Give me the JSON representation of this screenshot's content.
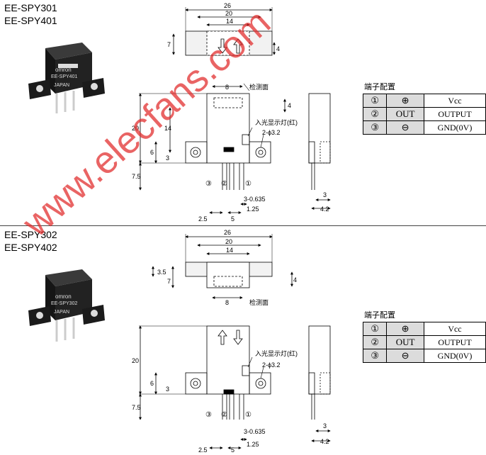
{
  "sections": [
    {
      "models": [
        "EE-SPY301",
        "EE-SPY401"
      ],
      "photo": {
        "brand": "omron",
        "part": "EE-SPY401",
        "origin": "JAPAN"
      },
      "dims": {
        "d26": "26",
        "d20": "20",
        "d14": "14",
        "d7": "7",
        "d4": "4",
        "d8": "8",
        "d20v": "20",
        "d14v": "14",
        "d6": "6",
        "d3": "3",
        "d75": "7.5",
        "d25": "2.5",
        "d5": "5",
        "d125": "1.25",
        "pinw": "3-0.635",
        "hole": "2-ϕ3.2",
        "s3": "3",
        "s42": "4.2"
      },
      "labels": {
        "detect": "检测面",
        "indicator": "入光显示灯(红)"
      },
      "pins": [
        "③",
        "②",
        "①"
      ],
      "table": {
        "title": "端子配置",
        "rows": [
          {
            "num": "①",
            "sym": "⊕",
            "fn": "Vcc"
          },
          {
            "num": "②",
            "sym": "OUT",
            "fn": "OUTPUT"
          },
          {
            "num": "③",
            "sym": "⊖",
            "fn": "GND(0V)"
          }
        ]
      }
    },
    {
      "models": [
        "EE-SPY302",
        "EE-SPY402"
      ],
      "photo": {
        "brand": "omron",
        "part": "EE-SPY302",
        "origin": "JAPAN"
      },
      "dims": {
        "d26": "26",
        "d20": "20",
        "d14": "14",
        "d35": "3.5",
        "d7": "7",
        "d4": "4",
        "d8": "8",
        "d20v": "20",
        "d6": "6",
        "d3": "3",
        "d75": "7.5",
        "d25": "2.5",
        "d5": "5",
        "d125": "1.25",
        "pinw": "3-0.635",
        "hole": "2-ϕ3.2",
        "s3": "3",
        "s42": "4.2"
      },
      "labels": {
        "detect": "检测面",
        "indicator": "入光显示灯(红)"
      },
      "pins": [
        "③",
        "②",
        "①"
      ],
      "table": {
        "title": "端子配置",
        "rows": [
          {
            "num": "①",
            "sym": "⊕",
            "fn": "Vcc"
          },
          {
            "num": "②",
            "sym": "OUT",
            "fn": "OUTPUT"
          },
          {
            "num": "③",
            "sym": "⊖",
            "fn": "GND(0V)"
          }
        ]
      }
    }
  ],
  "watermark": "www.elecfans.com"
}
